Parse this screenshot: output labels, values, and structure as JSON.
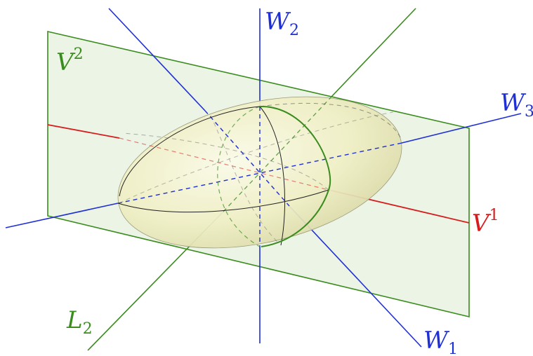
{
  "colors": {
    "axis_w": "#1f2fd6",
    "plane_v2": "#3a8c1e",
    "plane_fill": "#e8f2e0",
    "line_v1": "#d81c1c",
    "ellipsoid_fill": "#efeec4",
    "ellipsoid_edge": "#222222"
  },
  "labels": {
    "w2": {
      "base": "W",
      "sub": "2"
    },
    "w3": {
      "base": "W",
      "sub": "3"
    },
    "w1": {
      "base": "W",
      "sub": "1"
    },
    "v2": {
      "base": "V",
      "sup": "2"
    },
    "v1": {
      "base": "V",
      "sup": "1"
    },
    "l2": {
      "base": "L",
      "sub": "2"
    }
  }
}
